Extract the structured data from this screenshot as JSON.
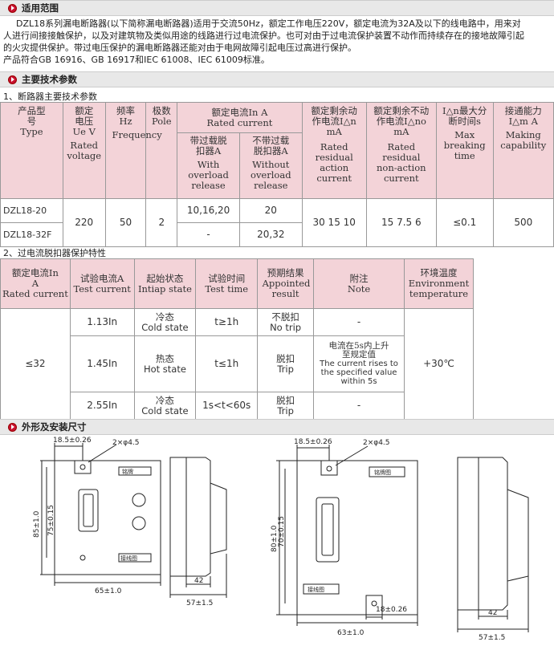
{
  "scope": {
    "title": "适用范围",
    "line1": "DZL18系列漏电断路器(以下简称漏电断路器)适用于交流50Hz，额定工作电压220V，额定电流为32A及以下的线电路中，用来对",
    "line2": "人进行间接接触保护，以及对建筑物及类似用途的线路进行过电流保护。也可对由于过电流保护装置不动作而持续存在的接地故障引起",
    "line3": "的火灾提供保护。带过电压保护的漏电断路器还能对由于电网故障引起电压过高进行保护。",
    "line4": "产品符合GB 16916、GB 16917和IEC 61008、IEC 61009标准。"
  },
  "specs": {
    "title": "主要技术参数",
    "sub1": "1、断路器主要技术参数",
    "headers": {
      "model_cn": "产品型号",
      "model_en": "Type",
      "volt_cn": "额定电压Ue V",
      "volt_en": "Rated voltage",
      "freq_cn": "频率Hz",
      "freq_en": "Frequency",
      "pole_cn": "极数",
      "pole_en": "Pole",
      "current_cn": "额定电流In A",
      "current_en": "Rated current",
      "with_cn": "带过载脱扣器A",
      "with_en": "With overload release",
      "without_cn": "不带过载脱扣器A",
      "without_en": "Without overload release",
      "residual_cn": "额定剩余动作电流I△n mA",
      "residual_en": "Rated residual action current",
      "nonact_cn": "额定剩余不动作电流I△no mA",
      "nonact_en": "Rated residual non-action current",
      "break_cn": "I△n最大分断时间s",
      "break_en": "Max breaking time",
      "making_cn": "接通能力I△m A",
      "making_en": "Making capability"
    },
    "rows": {
      "model1": "DZL18-20",
      "model2": "DZL18-32F",
      "voltage": "220",
      "freq": "50",
      "pole": "2",
      "with1": "10,16,20",
      "with2": "-",
      "without1": "20",
      "without2": "20,32",
      "residual": "30  15  10",
      "nonact": "15  7.5  6",
      "breaktime": "≤0.1",
      "making": "500"
    },
    "sub2": "2、过电流脱扣器保护特性",
    "h2": {
      "rated_cn": "额定电流In A",
      "rated_en": "Rated current",
      "test_cn": "试验电流A",
      "test_en": "Test current",
      "init_cn": "起始状态",
      "init_en": "Intiap state",
      "time_cn": "试验时间",
      "time_en": "Test time",
      "result_cn": "预期结果",
      "result_en": "Appointed result",
      "note_cn": "附注",
      "note_en": "Note",
      "env_cn": "环境温度",
      "env_en": "Environment temperature"
    },
    "r2": {
      "rated": "≤32",
      "env": "+30℃",
      "a_test": "1.13In",
      "a_state_cn": "冷态",
      "a_state_en": "Cold state",
      "a_time": "t≥1h",
      "a_res_cn": "不脱扣",
      "a_res_en": "No trip",
      "a_note": "-",
      "b_test": "1.45In",
      "b_state_cn": "热态",
      "b_state_en": "Hot state",
      "b_time": "t≤1h",
      "b_res_cn": "脱扣",
      "b_res_en": "Trip",
      "b_note_cn": "电流在5s内上升至规定值",
      "b_note_en": "The current rises to the specified value within 5s",
      "c_test": "2.55In",
      "c_state_cn": "冷态",
      "c_state_en": "Cold state",
      "c_time": "1s<t<60s",
      "c_res_cn": "脱扣",
      "c_res_en": "Trip",
      "c_note": "-"
    }
  },
  "dims": {
    "title": "外形及安装尺寸",
    "d_18_5": "18.5±0.26",
    "d_holes": "2×φ4.5",
    "d_85": "85±1.0",
    "d_75": "75±0.15",
    "d_65": "65±1.0",
    "d_42": "42",
    "d_57": "57±1.5",
    "d_80": "80±1.0",
    "d_70": "70±0.15",
    "d_63": "63±1.0",
    "d_18": "18±0.26",
    "label_top": "铭牌",
    "label_bottom": "接线图",
    "label_top2": "铭牌图",
    "label_bottom2": "接线图"
  }
}
